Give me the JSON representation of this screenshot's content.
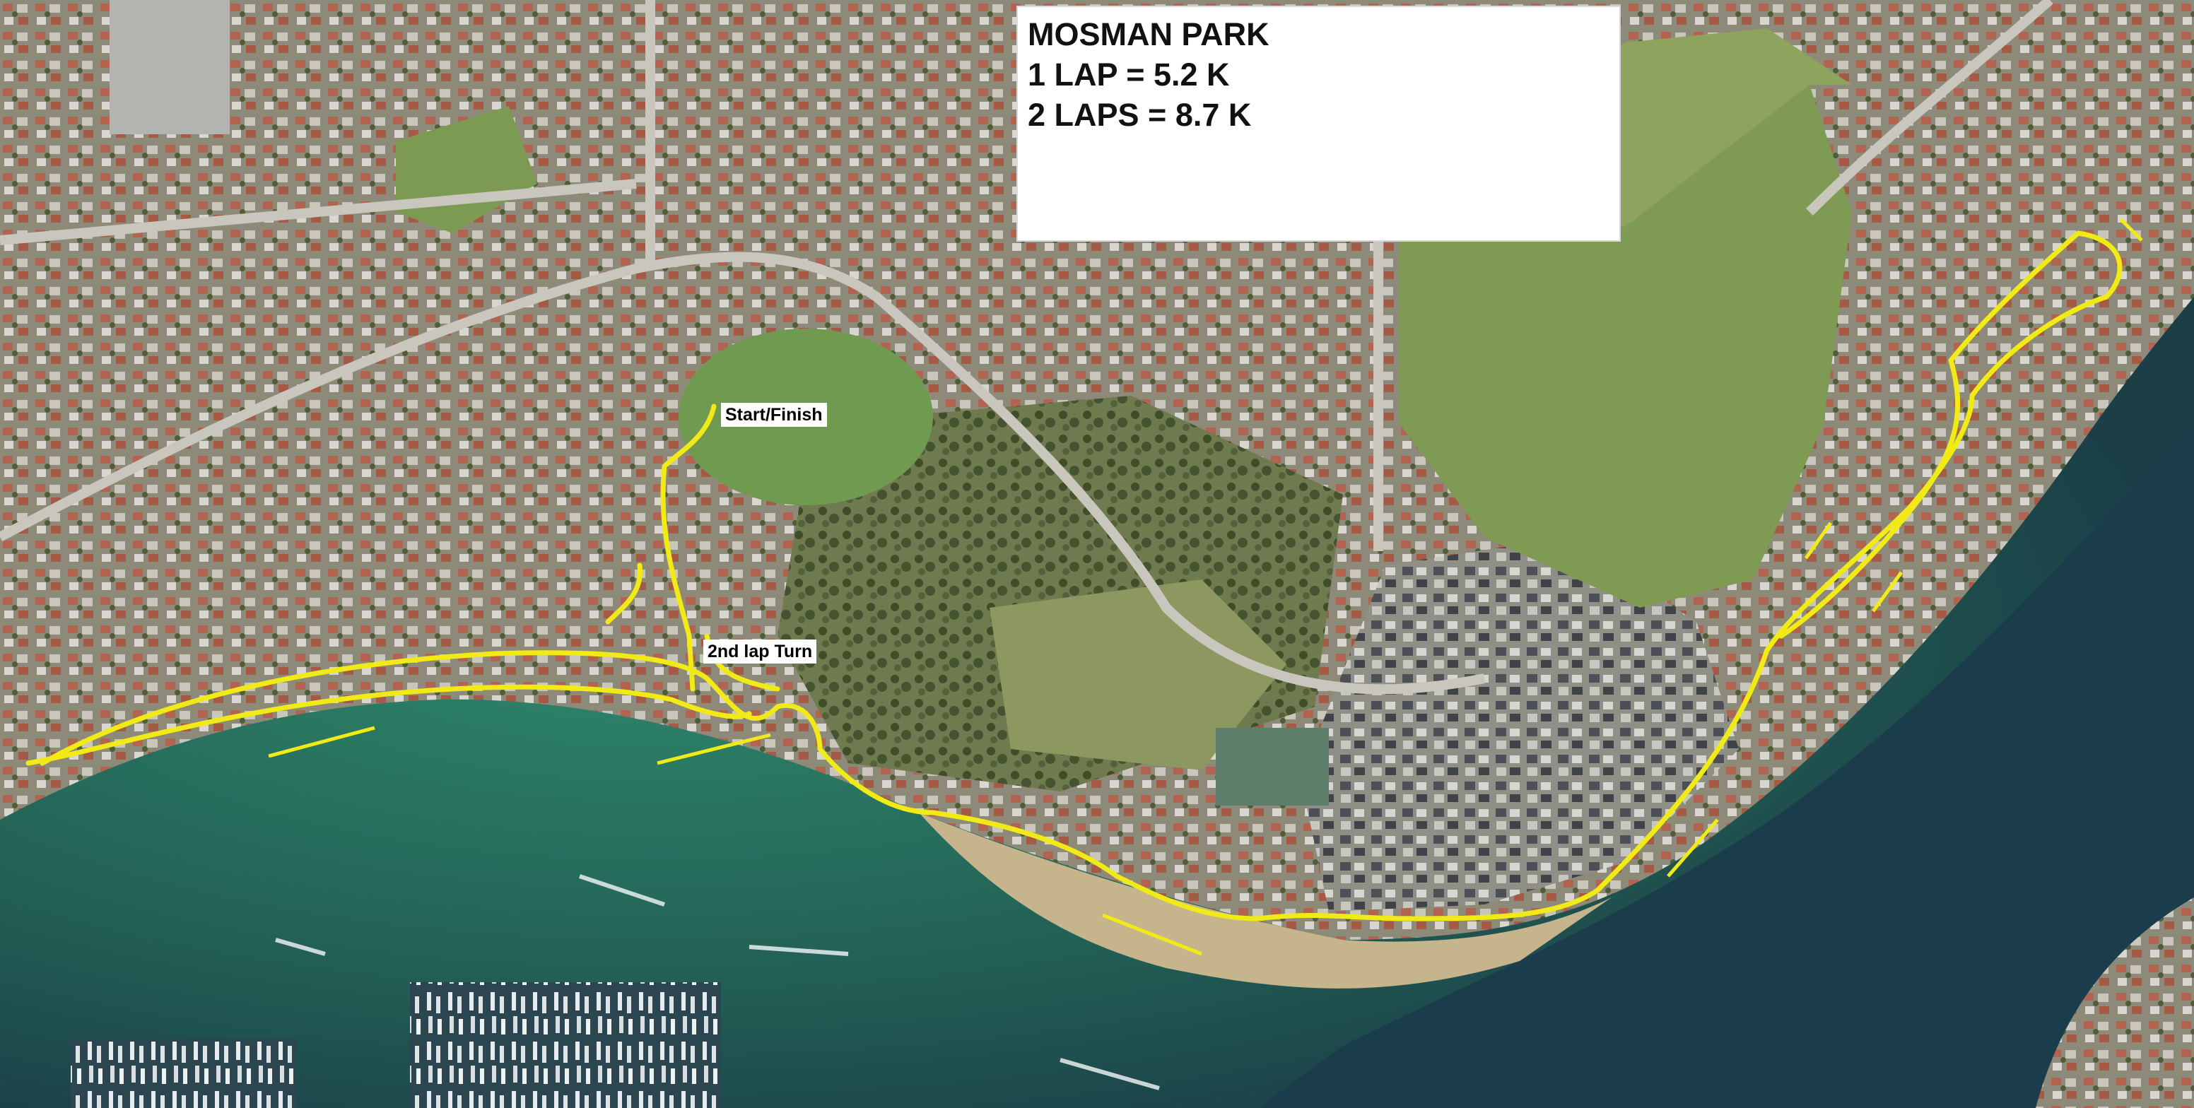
{
  "title": {
    "line1": "MOSMAN PARK",
    "line2": "1 LAP = 5.2 K",
    "line3": "2 LAPS = 8.7 K"
  },
  "labels": {
    "start_finish": "Start/Finish",
    "second_lap_turn": "2nd lap Turn"
  },
  "colors": {
    "route": "#f2ea16",
    "river_deep": "#1a3a46",
    "river_shallow": "#2b7a62",
    "land_urban": "#8c8c78",
    "park_green": "#7e9a55"
  }
}
